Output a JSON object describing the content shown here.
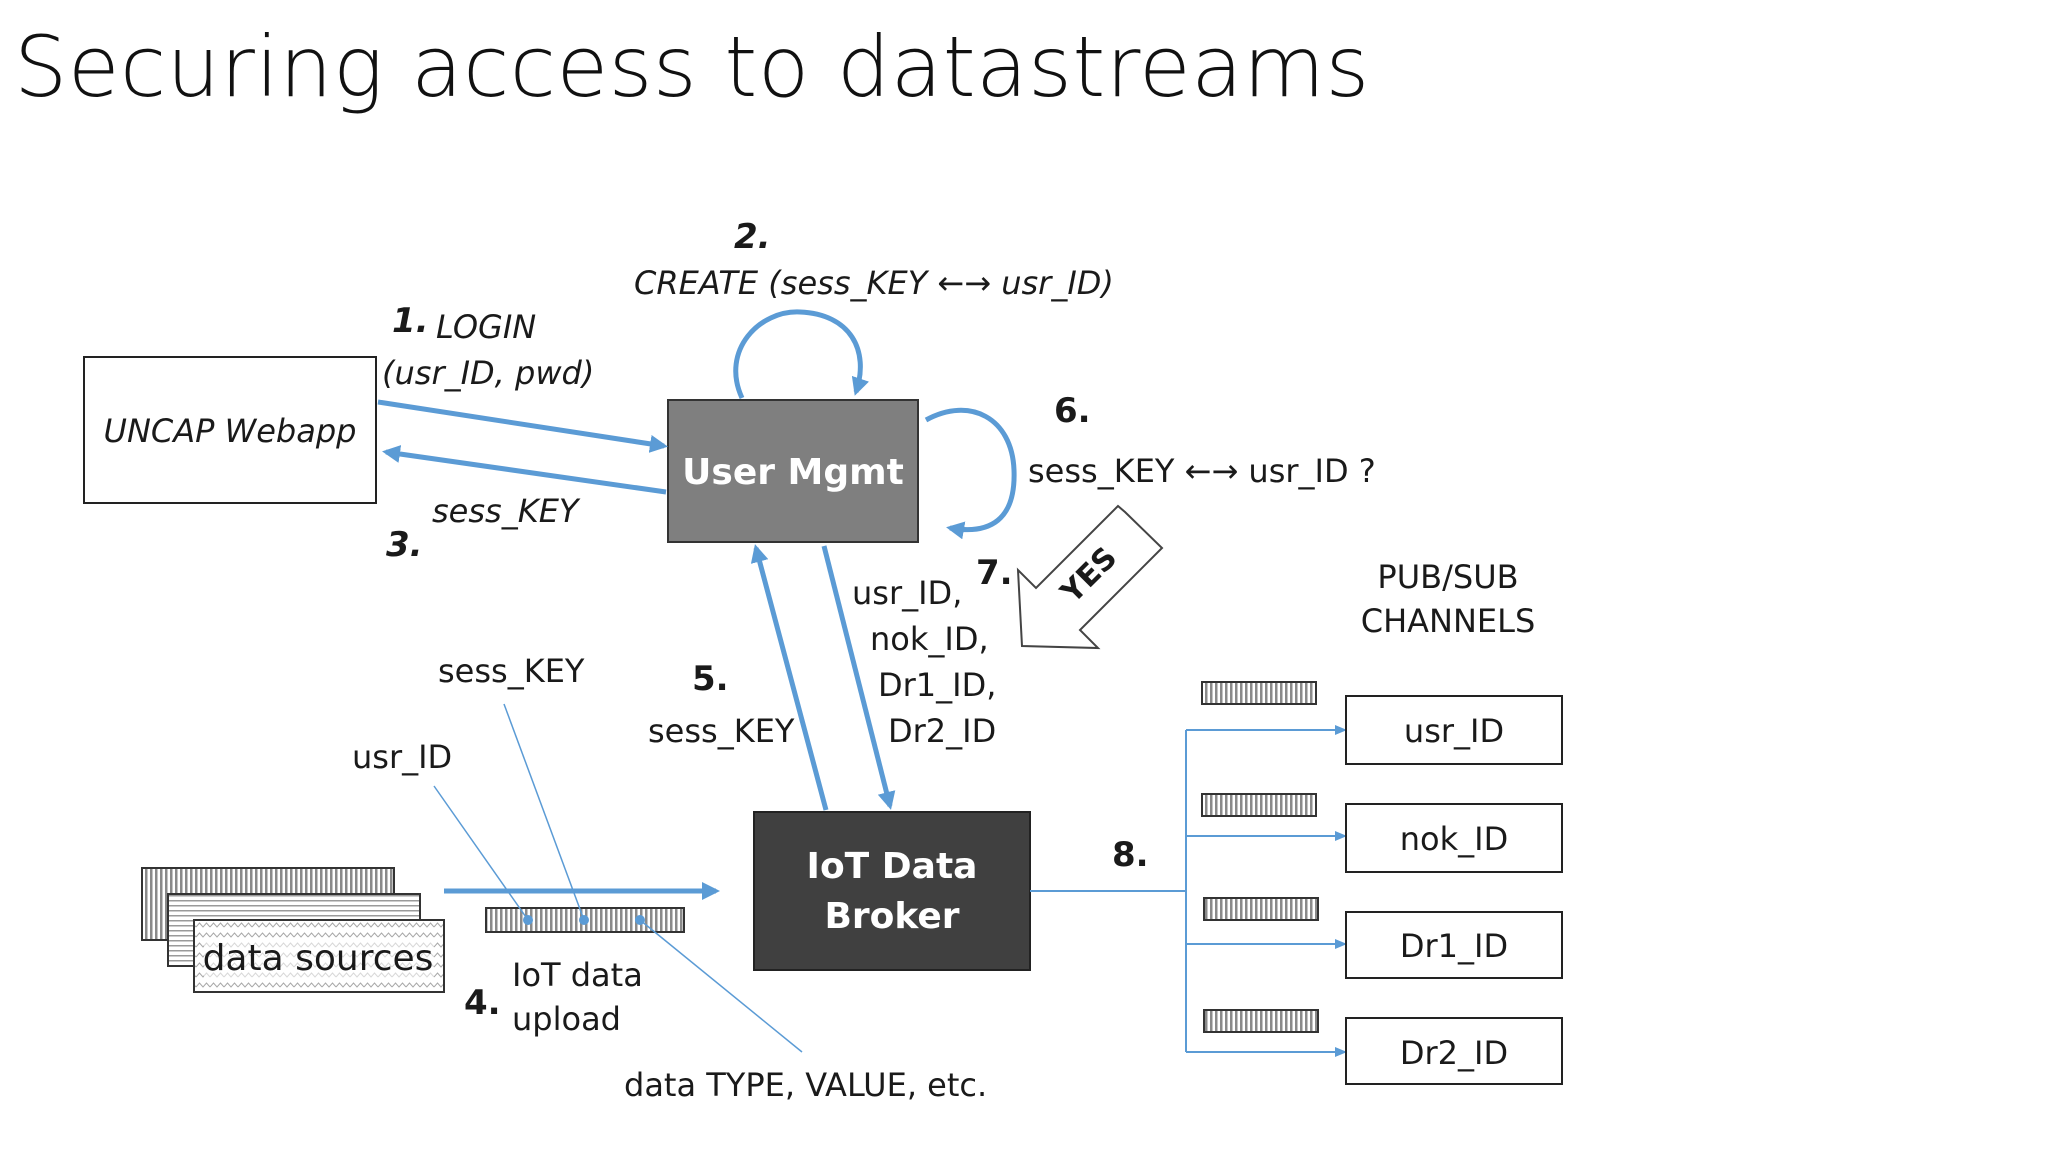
{
  "slide": {
    "title": "Securing access to datastreams"
  },
  "nodes": {
    "webapp": "UNCAP Webapp",
    "user_mgmt": "User Mgmt",
    "broker_line1": "IoT Data",
    "broker_line2": "Broker",
    "data_sources": "data sources"
  },
  "steps": {
    "s1_num": "1.",
    "s1_label": "LOGIN",
    "s1_args": "(usr_ID, pwd)",
    "s2_num": "2.",
    "s2_label": "CREATE (sess_KEY ←→ usr_ID)",
    "s3_num": "3.",
    "s3_label": "sess_KEY",
    "s4_num": "4.",
    "s4_label_line1": "IoT data",
    "s4_label_line2": "upload",
    "s5_num": "5.",
    "s5_label": "sess_KEY",
    "s6_num": "6.",
    "s6_label": "sess_KEY ←→ usr_ID ?",
    "s7_num": "7.",
    "s7_yes": "YES",
    "s7_ids": [
      "usr_ID,",
      "nok_ID,",
      "Dr1_ID,",
      "Dr2_ID"
    ],
    "s8_num": "8."
  },
  "packet_annotations": {
    "sess_key": "sess_KEY",
    "usr_id": "usr_ID",
    "data_type": "data TYPE, VALUE, etc."
  },
  "channels": {
    "heading_line1": "PUB/SUB",
    "heading_line2": "CHANNELS",
    "items": [
      "usr_ID",
      "nok_ID",
      "Dr1_ID",
      "Dr2_ID"
    ]
  },
  "colors": {
    "arrow_blue": "#5b9bd5",
    "user_mgmt_fill": "#7f7f7f",
    "broker_fill": "#404040"
  }
}
